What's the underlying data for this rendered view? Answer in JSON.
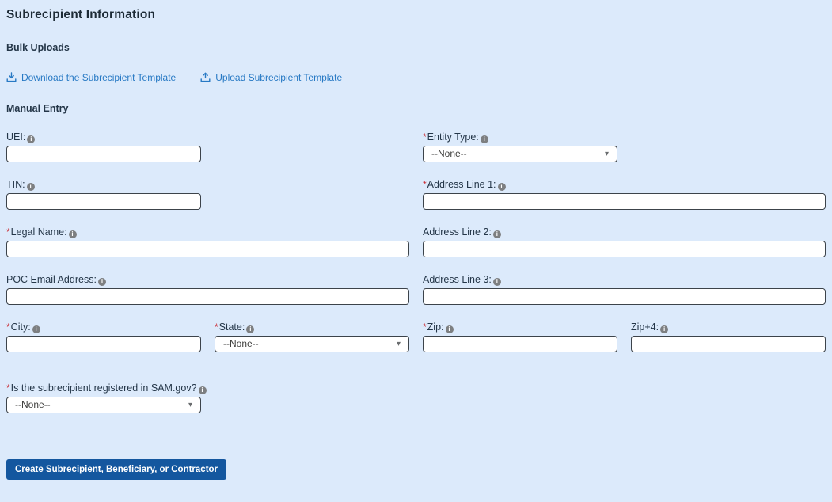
{
  "ui": {
    "required_marker": "*",
    "info_glyph": "i",
    "select_arrow": "▾"
  },
  "colors": {
    "background": "#dceafb",
    "link_blue": "#2779c4",
    "button_blue": "#14579f",
    "required_red": "#c9252d",
    "label_text": "#243648"
  },
  "header": {
    "title": "Subrecipient Information"
  },
  "bulk_uploads": {
    "heading": "Bulk Uploads",
    "download_link_label": "Download the Subrecipient Template",
    "upload_link_label": "Upload Subrecipient Template"
  },
  "manual_entry": {
    "heading": "Manual Entry",
    "fields": {
      "uei": {
        "label": "UEI:",
        "required": false,
        "type": "text",
        "value": ""
      },
      "entity_type": {
        "label": "Entity Type:",
        "required": true,
        "type": "select",
        "value": "--None--"
      },
      "tin": {
        "label": "TIN:",
        "required": false,
        "type": "text",
        "value": ""
      },
      "address1": {
        "label": "Address Line 1:",
        "required": true,
        "type": "text",
        "value": ""
      },
      "legal_name": {
        "label": "Legal Name:",
        "required": true,
        "type": "text",
        "value": ""
      },
      "address2": {
        "label": "Address Line 2:",
        "required": false,
        "type": "text",
        "value": ""
      },
      "poc_email": {
        "label": "POC Email Address:",
        "required": false,
        "type": "text",
        "value": ""
      },
      "address3": {
        "label": "Address Line 3:",
        "required": false,
        "type": "text",
        "value": ""
      },
      "city": {
        "label": "City:",
        "required": true,
        "type": "text",
        "value": ""
      },
      "state": {
        "label": "State:",
        "required": true,
        "type": "select",
        "value": "--None--"
      },
      "zip": {
        "label": "Zip:",
        "required": true,
        "type": "text",
        "value": ""
      },
      "zip4": {
        "label": "Zip+4:",
        "required": false,
        "type": "text",
        "value": ""
      },
      "sam_registered": {
        "label": "Is the subrecipient registered in SAM.gov?",
        "required": true,
        "type": "select",
        "value": "--None--"
      }
    }
  },
  "actions": {
    "create_button": "Create Subrecipient, Beneficiary, or Contractor"
  }
}
